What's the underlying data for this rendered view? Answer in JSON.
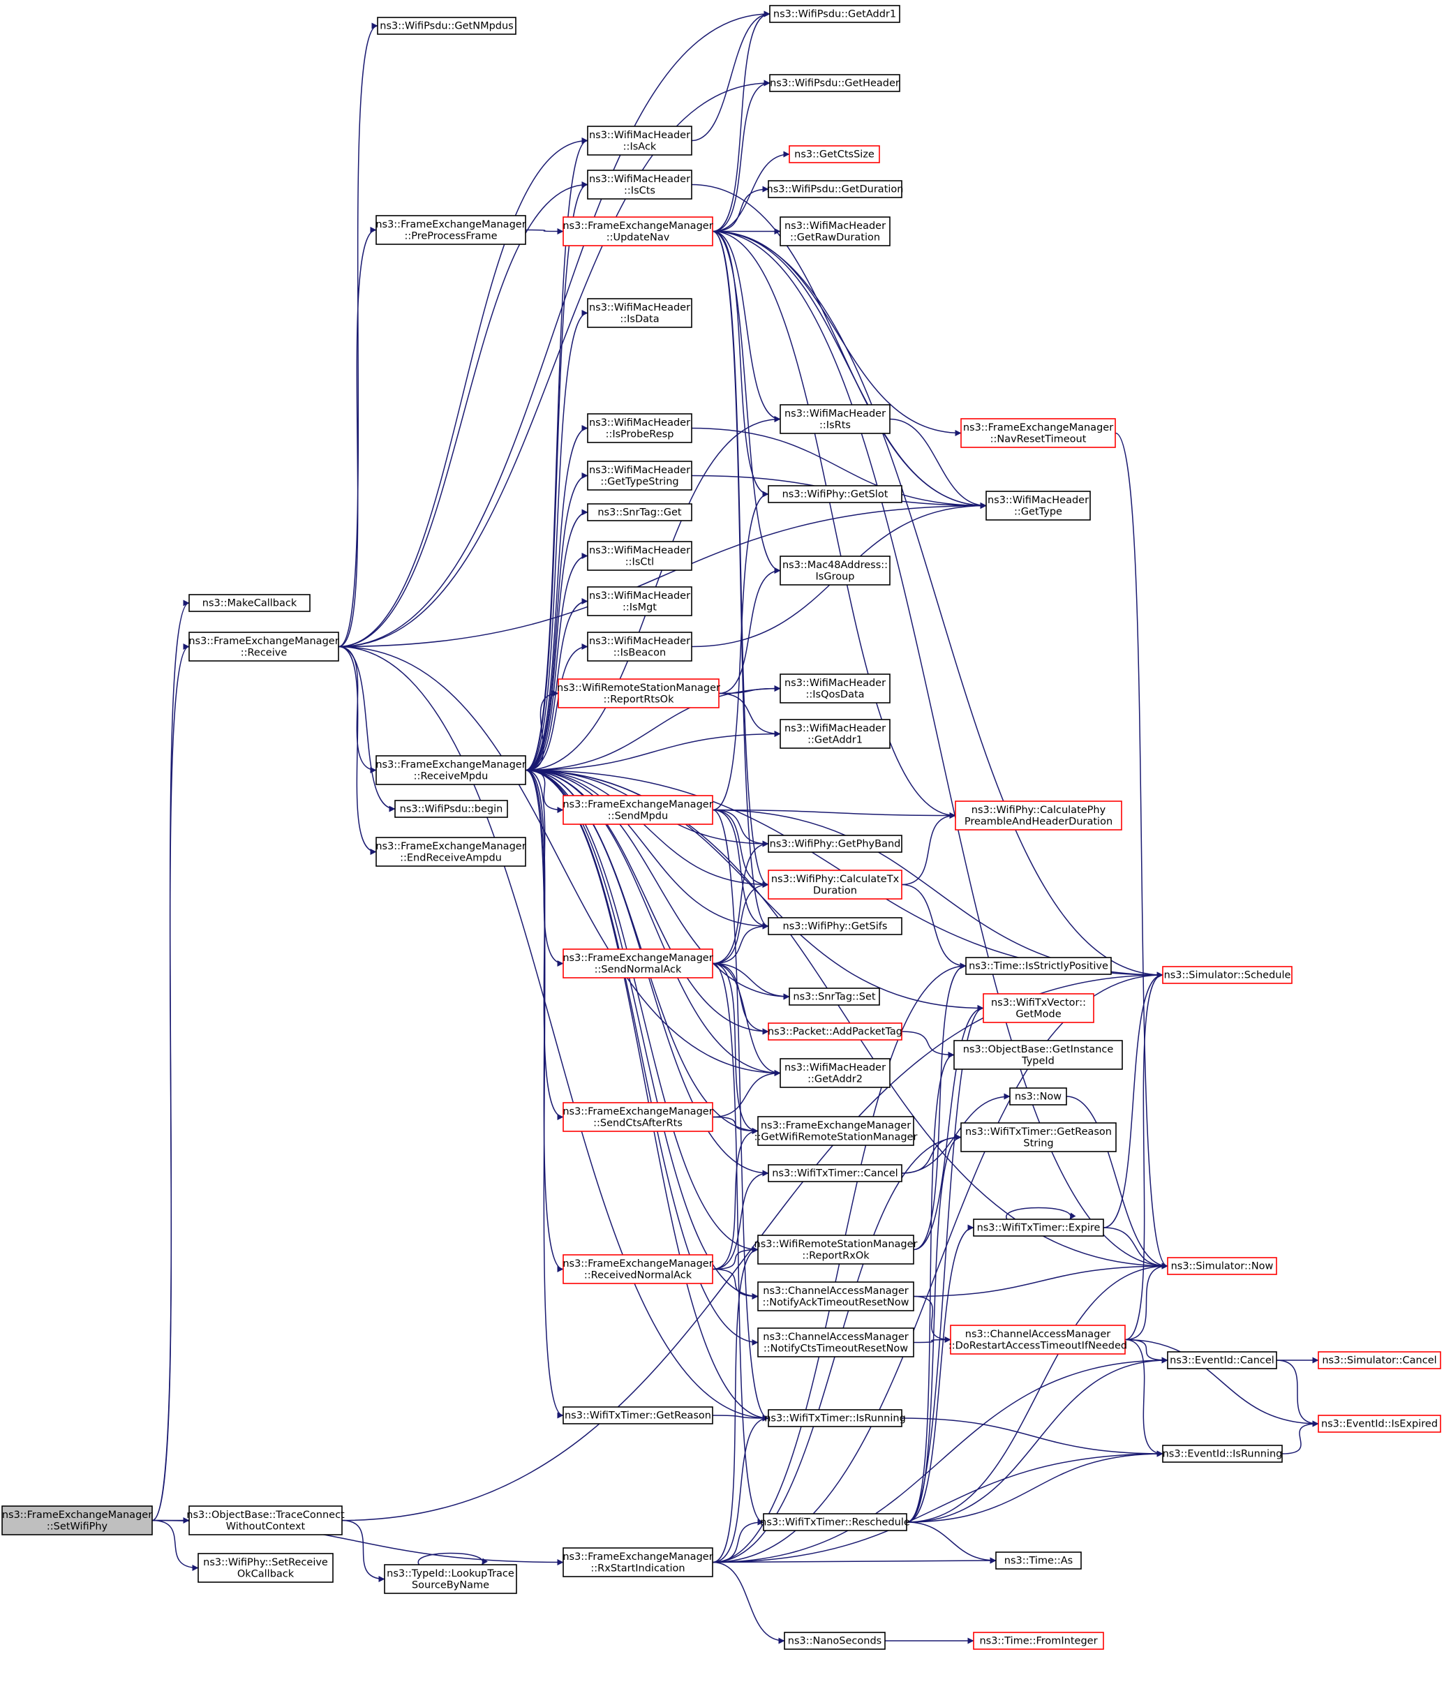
{
  "nodes": {
    "setwifiphy": [
      "ns3::FrameExchangeManager",
      "::SetWifiPhy"
    ],
    "makecallback": [
      "ns3::MakeCallback"
    ],
    "receive": [
      "ns3::FrameExchangeManager",
      "::Receive"
    ],
    "traceconnect": [
      "ns3::ObjectBase::TraceConnect",
      "WithoutContext"
    ],
    "setreceiveok": [
      "ns3::WifiPhy::SetReceive",
      "OkCallback"
    ],
    "lookuptrace": [
      "ns3::TypeId::LookupTrace",
      "SourceByName"
    ],
    "rxstartindication": [
      "ns3::FrameExchangeManager",
      "::RxStartIndication"
    ],
    "getnmpdus": [
      "ns3::WifiPsdu::GetNMpdus"
    ],
    "preprocessframe": [
      "ns3::FrameExchangeManager",
      "::PreProcessFrame"
    ],
    "receivempdu": [
      "ns3::FrameExchangeManager",
      "::ReceiveMpdu"
    ],
    "psdubegin": [
      "ns3::WifiPsdu::begin"
    ],
    "endreceiveampdu": [
      "ns3::FrameExchangeManager",
      "::EndReceiveAmpdu"
    ],
    "isack": [
      "ns3::WifiMacHeader",
      "::IsAck"
    ],
    "iscts": [
      "ns3::WifiMacHeader",
      "::IsCts"
    ],
    "updatenav": [
      "ns3::FrameExchangeManager",
      "::UpdateNav"
    ],
    "isdata": [
      "ns3::WifiMacHeader",
      "::IsData"
    ],
    "isproberesp": [
      "ns3::WifiMacHeader",
      "::IsProbeResp"
    ],
    "gettypestring": [
      "ns3::WifiMacHeader",
      "::GetTypeString"
    ],
    "snrtagget": [
      "ns3::SnrTag::Get"
    ],
    "isctl": [
      "ns3::WifiMacHeader",
      "::IsCtl"
    ],
    "ismgt": [
      "ns3::WifiMacHeader",
      "::IsMgt"
    ],
    "isbeacon": [
      "ns3::WifiMacHeader",
      "::IsBeacon"
    ],
    "reportrtsok": [
      "ns3::WifiRemoteStationManager",
      "::ReportRtsOk"
    ],
    "sendmpdu": [
      "ns3::FrameExchangeManager",
      "::SendMpdu"
    ],
    "sendnormalack": [
      "ns3::FrameExchangeManager",
      "::SendNormalAck"
    ],
    "sendctsafterrts": [
      "ns3::FrameExchangeManager",
      "::SendCtsAfterRts"
    ],
    "receivednormalack": [
      "ns3::FrameExchangeManager",
      "::ReceivedNormalAck"
    ],
    "txtimergetreason": [
      "ns3::WifiTxTimer::GetReason"
    ],
    "psdugetaddr1": [
      "ns3::WifiPsdu::GetAddr1"
    ],
    "psdugetheader": [
      "ns3::WifiPsdu::GetHeader"
    ],
    "getctssize": [
      "ns3::GetCtsSize"
    ],
    "psdugetduration": [
      "ns3::WifiPsdu::GetDuration"
    ],
    "getrawduration": [
      "ns3::WifiMacHeader",
      "::GetRawDuration"
    ],
    "isrts": [
      "ns3::WifiMacHeader",
      "::IsRts"
    ],
    "getslot": [
      "ns3::WifiPhy::GetSlot"
    ],
    "isgroup": [
      "ns3::Mac48Address::",
      "IsGroup"
    ],
    "isqosdata": [
      "ns3::WifiMacHeader",
      "::IsQosData"
    ],
    "hdrgetaddr1": [
      "ns3::WifiMacHeader",
      "::GetAddr1"
    ],
    "getphyband": [
      "ns3::WifiPhy::GetPhyBand"
    ],
    "calctxduration": [
      "ns3::WifiPhy::CalculateTx",
      "Duration"
    ],
    "getsifs": [
      "ns3::WifiPhy::GetSifs"
    ],
    "snrtagset": [
      "ns3::SnrTag::Set"
    ],
    "addpackettag": [
      "ns3::Packet::AddPacketTag"
    ],
    "hdrgetaddr2": [
      "ns3::WifiMacHeader",
      "::GetAddr2"
    ],
    "getwifirsm": [
      "ns3::FrameExchangeManager",
      "::GetWifiRemoteStationManager"
    ],
    "txtimercancel": [
      "ns3::WifiTxTimer::Cancel"
    ],
    "reportrxok": [
      "ns3::WifiRemoteStationManager",
      "::ReportRxOk"
    ],
    "notifyacktimeout": [
      "ns3::ChannelAccessManager",
      "::NotifyAckTimeoutResetNow"
    ],
    "notifyctstimeout": [
      "ns3::ChannelAccessManager",
      "::NotifyCtsTimeoutResetNow"
    ],
    "txtimerisrunning": [
      "ns3::WifiTxTimer::IsRunning"
    ],
    "txtimerreschedule": [
      "ns3::WifiTxTimer::Reschedule"
    ],
    "nanoseconds": [
      "ns3::NanoSeconds"
    ],
    "hdrgettype": [
      "ns3::WifiMacHeader",
      "::GetType"
    ],
    "navresettimeout": [
      "ns3::FrameExchangeManager",
      "::NavResetTimeout"
    ],
    "calcpreamble": [
      "ns3::WifiPhy::CalculatePhy",
      "PreambleAndHeaderDuration"
    ],
    "isstrictlypositive": [
      "ns3::Time::IsStrictlyPositive"
    ],
    "getmode": [
      "ns3::WifiTxVector::",
      "GetMode"
    ],
    "getinstancetypeid": [
      "ns3::ObjectBase::GetInstance",
      "TypeId"
    ],
    "now": [
      "ns3::Now"
    ],
    "getreasonstring": [
      "ns3::WifiTxTimer::GetReason",
      "String"
    ],
    "txtimerexpire": [
      "ns3::WifiTxTimer::Expire"
    ],
    "dorestartaccess": [
      "ns3::ChannelAccessManager",
      "::DoRestartAccessTimeoutIfNeeded"
    ],
    "timeas": [
      "ns3::Time::As"
    ],
    "timefrominteger": [
      "ns3::Time::FromInteger"
    ],
    "schedule": [
      "ns3::Simulator::Schedule"
    ],
    "simnow": [
      "ns3::Simulator::Now"
    ],
    "eventcancel": [
      "ns3::EventId::Cancel"
    ],
    "eventisrunning": [
      "ns3::EventId::IsRunning"
    ],
    "simcancel": [
      "ns3::Simulator::Cancel"
    ],
    "eventisexpired": [
      "ns3::EventId::IsExpired"
    ]
  }
}
